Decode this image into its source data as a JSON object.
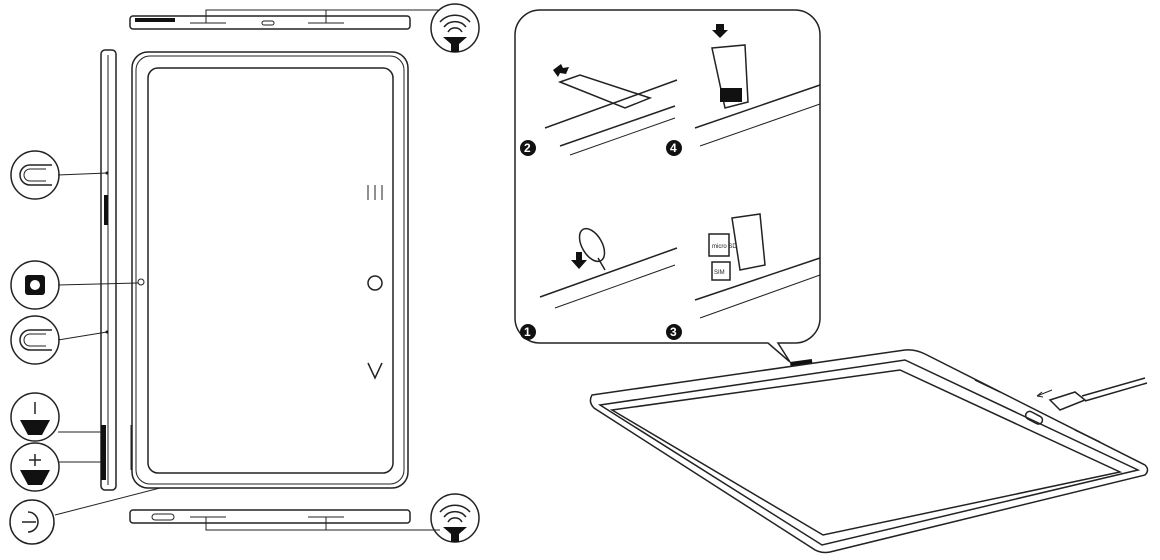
{
  "diagram": {
    "title_hidden": "",
    "steps": [
      {
        "number": "1"
      },
      {
        "number": "2"
      },
      {
        "number": "3"
      },
      {
        "number": "4"
      }
    ],
    "card_labels": {
      "sim": "SIM",
      "microsd": "micro SD"
    },
    "legend_icons": [
      "microphone-icon",
      "camera-icon",
      "microphone-icon",
      "volume-down-icon",
      "volume-up-icon",
      "power-icon",
      "speaker-icon",
      "speaker-icon"
    ]
  }
}
